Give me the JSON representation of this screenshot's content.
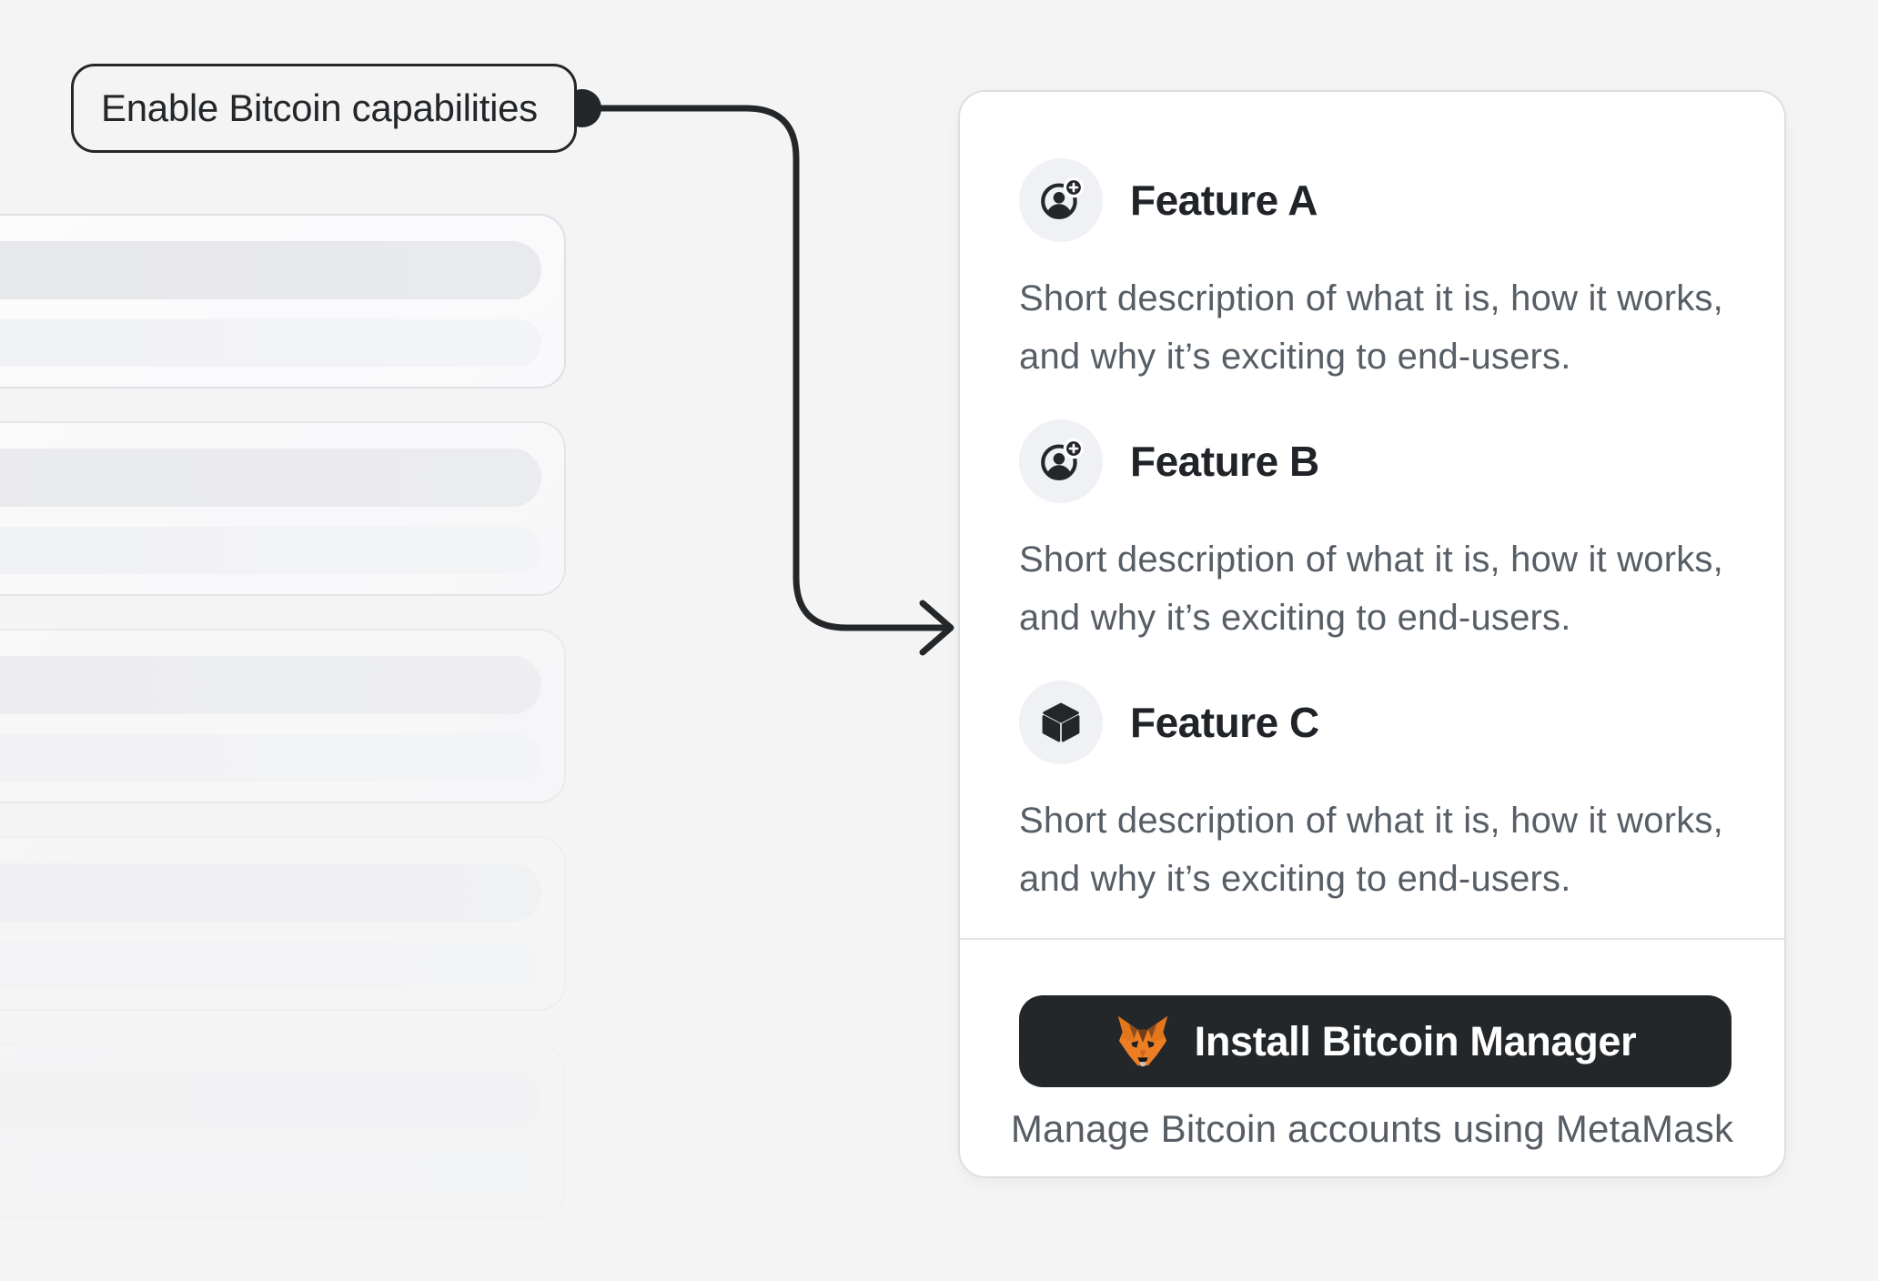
{
  "callout": {
    "label": "Enable Bitcoin capabilities"
  },
  "card": {
    "features": [
      {
        "title": "Feature A",
        "icon": "user-add-icon",
        "description": "Short description of what it is, how it works, and why it’s exciting to end-users."
      },
      {
        "title": "Feature B",
        "icon": "user-add-icon",
        "description": "Short description of what it is, how it works, and why it’s exciting to end-users."
      },
      {
        "title": "Feature C",
        "icon": "cube-icon",
        "description": "Short description of what it is, how it works, and why it’s exciting to end-users."
      }
    ],
    "footer": {
      "button_label": "Install Bitcoin Manager",
      "button_icon": "metamask-fox-icon",
      "caption": "Manage Bitcoin accounts using MetaMask"
    }
  },
  "colors": {
    "page_bg": "#f4f4f5",
    "ink": "#24272a",
    "muted_text": "#575e66",
    "card_border": "#dcdee3",
    "fox_orange": "#e2761b"
  }
}
